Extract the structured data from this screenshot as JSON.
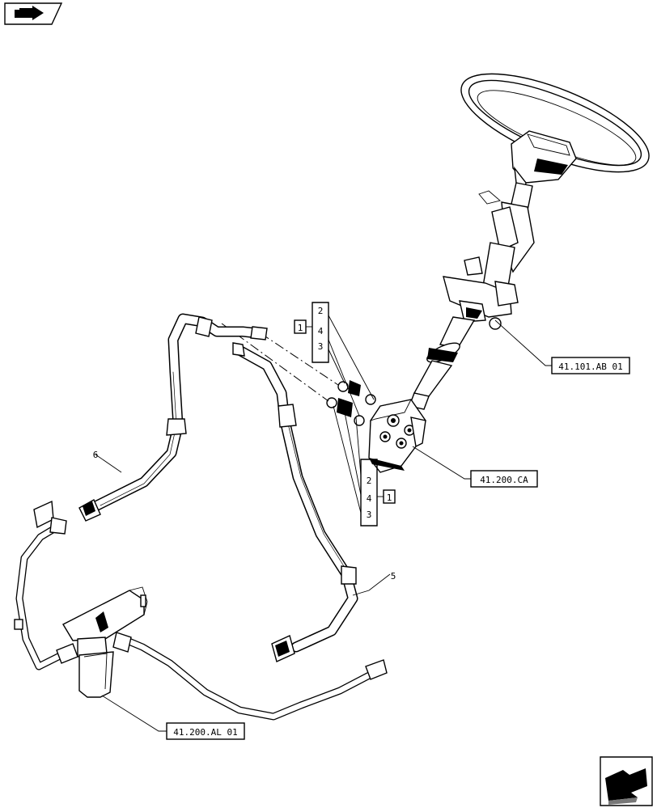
{
  "diagram": {
    "part_numbers": {
      "p1_upper": "1",
      "p2_upper": "2",
      "p4_upper": "4",
      "p3_upper": "3",
      "p2_lower": "2",
      "p4_lower": "4",
      "p3_lower": "3",
      "p1_lower": "1",
      "p5": "5",
      "p6": "6"
    },
    "references": {
      "steering_column": "41.101.AB 01",
      "steering_motor": "41.200.CA",
      "oil_filter": "41.200.AL 01"
    },
    "icons": {
      "top_left": "page-fold-arrow-icon",
      "bottom_right": "next-page-arrow-icon"
    }
  }
}
